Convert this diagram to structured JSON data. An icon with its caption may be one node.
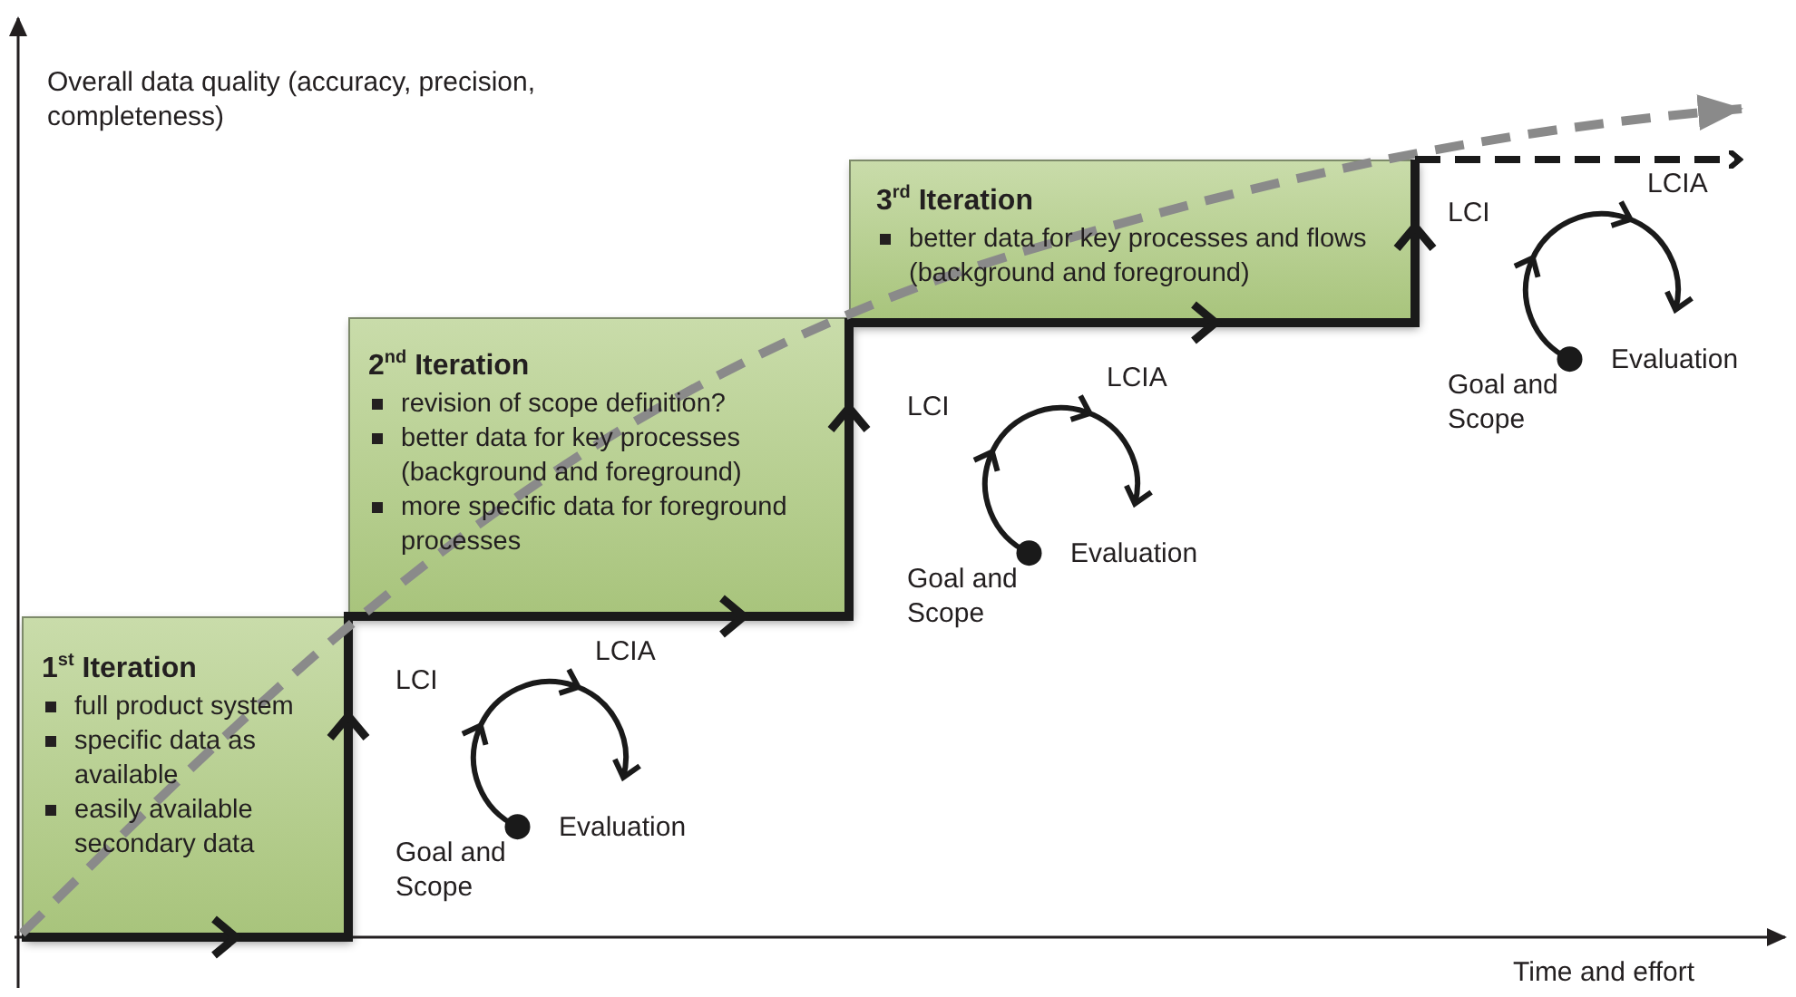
{
  "diagram": {
    "nodes": [
      {
        "text": [
          "1$^{st}$ Iteration",
          "full product system",
          "specific data as available",
          "easily available secondary data"
        ]
      },
      {
        "text": [
          "2$^{nd}$ Iteration",
          "revision of scope definition?",
          "better data for key processes (background and foreground)",
          "more specific data for foreground processes"
        ]
      },
      {
        "text": [
          "3$^{rd}$ Iteration",
          "better data for key processes and flows (background and foreground)"
        ]
      }
    ],
    "labels": [
      "Overall data quality (accuracy, precision, completeness)",
      "LCI",
      "LCIA",
      "Evaluation",
      "Goal and Scope",
      "LCI",
      "LCIA",
      "Evaluation",
      "Goal and Scope",
      "LCI",
      "LCIA",
      "Evaluation",
      "Goal and Scope",
      "Time and effort"
    ]
  }
}
